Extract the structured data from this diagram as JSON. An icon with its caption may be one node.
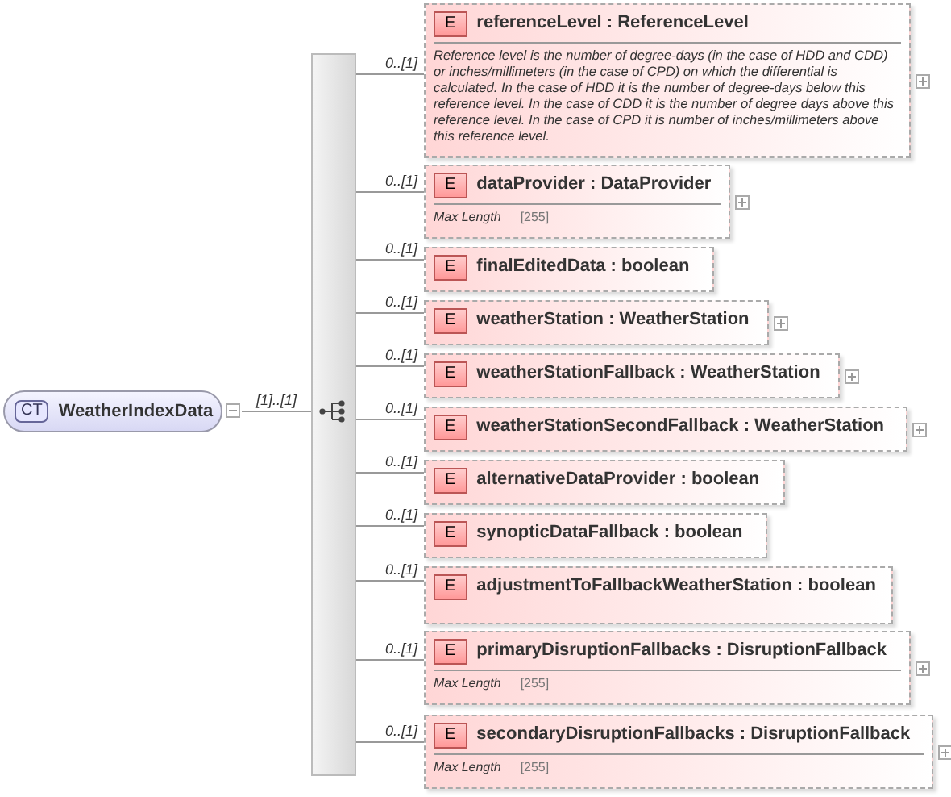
{
  "diagram": {
    "nodes": [
      {
        "text": [
          "CT",
          "WeatherIndexData"
        ]
      },
      {
        "text": [],
        "shape": "bar"
      },
      {
        "text": [
          "E",
          "referenceLevel : ReferenceLevel",
          "Reference level is the number of degree-days (in the case of HDD and CDD) or inches/millimeters (in the case of CPD) on which the differential is calculated. In the case of HDD it is the number of degree-days below this reference level. In the case of CDD it is the number of degree days above this reference level. In the case of CPD it is number of inches/millimeters above this reference level."
        ]
      },
      {
        "text": [
          "E",
          "dataProvider : DataProvider",
          "Max Length",
          "[255]"
        ]
      },
      {
        "text": [
          "E",
          "finalEditedData : boolean"
        ]
      },
      {
        "text": [
          "E",
          "weatherStation : WeatherStation"
        ]
      },
      {
        "text": [
          "E",
          "weatherStationFallback : WeatherStation"
        ]
      },
      {
        "text": [
          "E",
          "weatherStationSecondFallback : WeatherStation"
        ]
      },
      {
        "text": [
          "E",
          "alternativeDataProvider : boolean"
        ]
      },
      {
        "text": [
          "E",
          "synopticDataFallback : boolean"
        ]
      },
      {
        "text": [
          "E",
          "adjustmentToFallbackWeatherStation : boolean"
        ]
      },
      {
        "text": [
          "E",
          "primaryDisruptionFallbacks : DisruptionFallback",
          "Max Length",
          "[255]"
        ]
      },
      {
        "text": [
          "E",
          "secondaryDisruptionFallbacks : DisruptionFallback",
          "Max Length",
          "[255]"
        ]
      }
    ],
    "edges": [
      {
        "from": 0,
        "to": 1,
        "arrow": "none",
        "label": "[1]..[1]"
      },
      {
        "from": 1,
        "to": 2,
        "arrow": "none",
        "label": "0..[1]"
      },
      {
        "from": 1,
        "to": 3,
        "arrow": "none",
        "label": "0..[1]"
      },
      {
        "from": 1,
        "to": 4,
        "arrow": "none",
        "label": "0..[1]"
      },
      {
        "from": 1,
        "to": 5,
        "arrow": "none",
        "label": "0..[1]"
      },
      {
        "from": 1,
        "to": 6,
        "arrow": "none",
        "label": "0..[1]"
      },
      {
        "from": 1,
        "to": 7,
        "arrow": "none",
        "label": "0..[1]"
      },
      {
        "from": 1,
        "to": 8,
        "arrow": "none",
        "label": "0..[1]"
      },
      {
        "from": 1,
        "to": 9,
        "arrow": "none",
        "label": "0..[1]"
      },
      {
        "from": 1,
        "to": 10,
        "arrow": "none",
        "label": "0..[1]"
      },
      {
        "from": 1,
        "to": 11,
        "arrow": "none",
        "label": "0..[1]"
      },
      {
        "from": 1,
        "to": 12,
        "arrow": "none",
        "label": "0..[1]"
      }
    ]
  }
}
